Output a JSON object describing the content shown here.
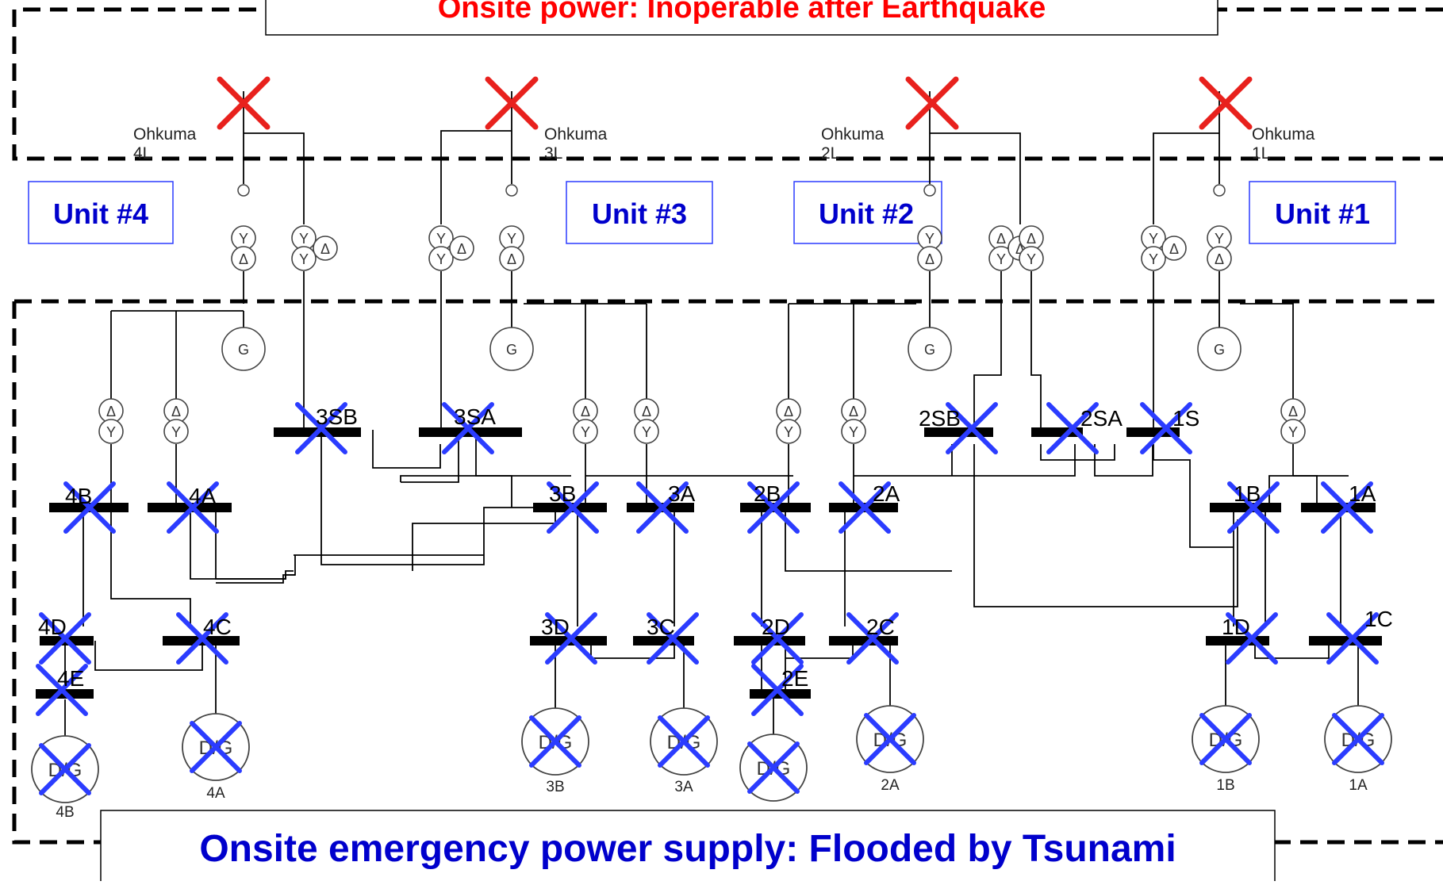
{
  "header": {
    "title": "Onsite power:  Inoperable after Earthquake",
    "title_color": "#ff0000"
  },
  "footer": {
    "caption": "Onsite emergency power supply:  Flooded by Tsunami",
    "caption_color": "#0000cc"
  },
  "units": [
    "Unit #4",
    "Unit #3",
    "Unit #2",
    "Unit #1"
  ],
  "lines": [
    "Ohkuma\n4L",
    "Ohkuma\n3L",
    "Ohkuma\n2L",
    "Ohkuma\n1L"
  ],
  "buses": {
    "b4B": "4B",
    "b4A": "4A",
    "b3SB": "3SB",
    "b3SA": "3SA",
    "b3B": "3B",
    "b3A": "3A",
    "b2B": "2B",
    "b2A": "2A",
    "b2SB": "2SB",
    "b2SA": "2SA",
    "b1S": "1S",
    "b1B": "1B",
    "b1A": "1A",
    "b4D": "4D",
    "b4C": "4C",
    "b4E": "4E",
    "b3D": "3D",
    "b3C": "3C",
    "b2D": "2D",
    "b2C": "2C",
    "b2E": "2E",
    "b1D": "1D",
    "b1C": "1C"
  },
  "diesel": {
    "symbol": "D/G",
    "labels": {
      "d4B": "4B",
      "d4A": "4A",
      "d3B": "3B",
      "d3A": "3A",
      "d2E": "",
      "d2A": "2A",
      "d1B": "1B",
      "d1A": "1A"
    }
  },
  "generator_symbol": "G",
  "colors": {
    "failed_offsite": "#e8211d",
    "failed_onsite": "#2b3cff",
    "box_border": "#2b3cff",
    "wire": "#000000"
  }
}
